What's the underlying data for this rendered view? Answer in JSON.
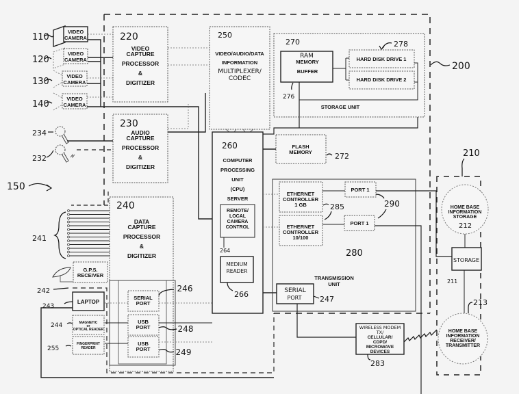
{
  "diagram": {
    "system_ref": "150",
    "main_unit_ref": "200",
    "home_base_ref": "210",
    "cameras": [
      {
        "ref": "110",
        "label": [
          "VIDEO",
          "CAMERA"
        ]
      },
      {
        "ref": "120",
        "label": [
          "VIDEO",
          "CAMERA"
        ]
      },
      {
        "ref": "130",
        "label": [
          "VIDEO",
          "CAMERA"
        ]
      },
      {
        "ref": "140",
        "label": [
          "VIDEO",
          "CAMERA"
        ]
      }
    ],
    "microphones": [
      {
        "ref": "234"
      },
      {
        "ref": "232"
      }
    ],
    "video_capture": {
      "ref": "220",
      "label": [
        "VIDEO",
        "CAPTURE",
        "PROCESSOR",
        "&",
        "DIGITIZER"
      ]
    },
    "audio_capture": {
      "ref": "230",
      "label": [
        "AUDIO",
        "CAPTURE",
        "PROCESSOR",
        "&",
        "DIGITIZER"
      ]
    },
    "data_capture": {
      "ref": "240",
      "label": [
        "DATA",
        "CAPTURE",
        "PROCESSOR",
        "&",
        "DIGITIZER"
      ]
    },
    "sensor_bundle_ref": "241",
    "gps": {
      "ref": "242",
      "label": [
        "G.P.S.",
        "RECEIVER"
      ]
    },
    "peripherals": [
      {
        "ref": "243",
        "label": [
          "LAPTOP"
        ]
      },
      {
        "ref": "244",
        "label": [
          "MAGNETIC",
          "or",
          "OPTICAL READER"
        ]
      },
      {
        "ref": "255",
        "label": [
          "FINGERPRINT",
          "READER"
        ]
      }
    ],
    "ports": [
      {
        "ref": "246",
        "label": [
          "SERIAL",
          "PORT"
        ]
      },
      {
        "ref": "248",
        "label": [
          "USB",
          "PORT"
        ]
      },
      {
        "ref": "249",
        "label": [
          "USB",
          "PORT"
        ]
      }
    ],
    "multiplexer": {
      "ref": "250",
      "label": [
        "VIDEO/AUDIO/DATA",
        "INFORMATION"
      ],
      "hand_label": [
        "MULTIPLEXER/",
        "CODEC"
      ]
    },
    "cpu": {
      "ref": "260",
      "label": [
        "COMPUTER",
        "PROCESSING",
        "UNIT",
        "(CPU)",
        "SERVER"
      ]
    },
    "camera_control": {
      "ref": "264",
      "label": [
        "REMOTE/",
        "LOCAL",
        "CAMERA",
        "CONTROL"
      ]
    },
    "media_reader": {
      "ref": "266",
      "label": [
        "MEDIUM",
        "READER"
      ]
    },
    "storage_unit": {
      "ref": "270",
      "label": "STORAGE UNIT"
    },
    "ram": {
      "ref": "276",
      "label": [
        "RAM",
        "MEMORY",
        "BUFFER"
      ]
    },
    "hdd_group_ref": "278",
    "hdds": [
      {
        "label": "HARD DISK DRIVE 1"
      },
      {
        "label": "HARD DISK DRIVE 2"
      }
    ],
    "flash": {
      "ref": "272",
      "label": [
        "FLASH",
        "MEMORY"
      ]
    },
    "transmission_unit": {
      "ref": "280",
      "label": [
        "TRANSMISSION",
        "UNIT"
      ]
    },
    "ethernet": [
      {
        "label": [
          "ETHERNET",
          "CONTROLLER",
          "1 GB"
        ]
      },
      {
        "label": [
          "ETHERNET",
          "CONTROLLER",
          "10/100"
        ]
      }
    ],
    "ethernet_ref": "285",
    "net_ports": [
      {
        "label": "PORT 1"
      },
      {
        "label": "PORT 1"
      }
    ],
    "net_ports_ref": "290",
    "serial_port_tx": {
      "ref": "247",
      "label": [
        "SERIAL",
        "PORT"
      ]
    },
    "wireless": {
      "ref": "283",
      "label": [
        "WIRELESS MODEM",
        "TX/",
        "CELLULAR/",
        "CDPD/",
        "MICROWAVE",
        "DEVICES"
      ]
    },
    "home_storage": {
      "ref": "212",
      "label": [
        "HOME BASE",
        "INFORMATION",
        "STORAGE"
      ]
    },
    "storage_box": {
      "ref": "211",
      "label": "STORAGE"
    },
    "home_receiver": {
      "ref": "213",
      "label": [
        "HOME BASE",
        "INFORMATION",
        "RECEIVER/",
        "TRANSMITTER"
      ]
    }
  }
}
